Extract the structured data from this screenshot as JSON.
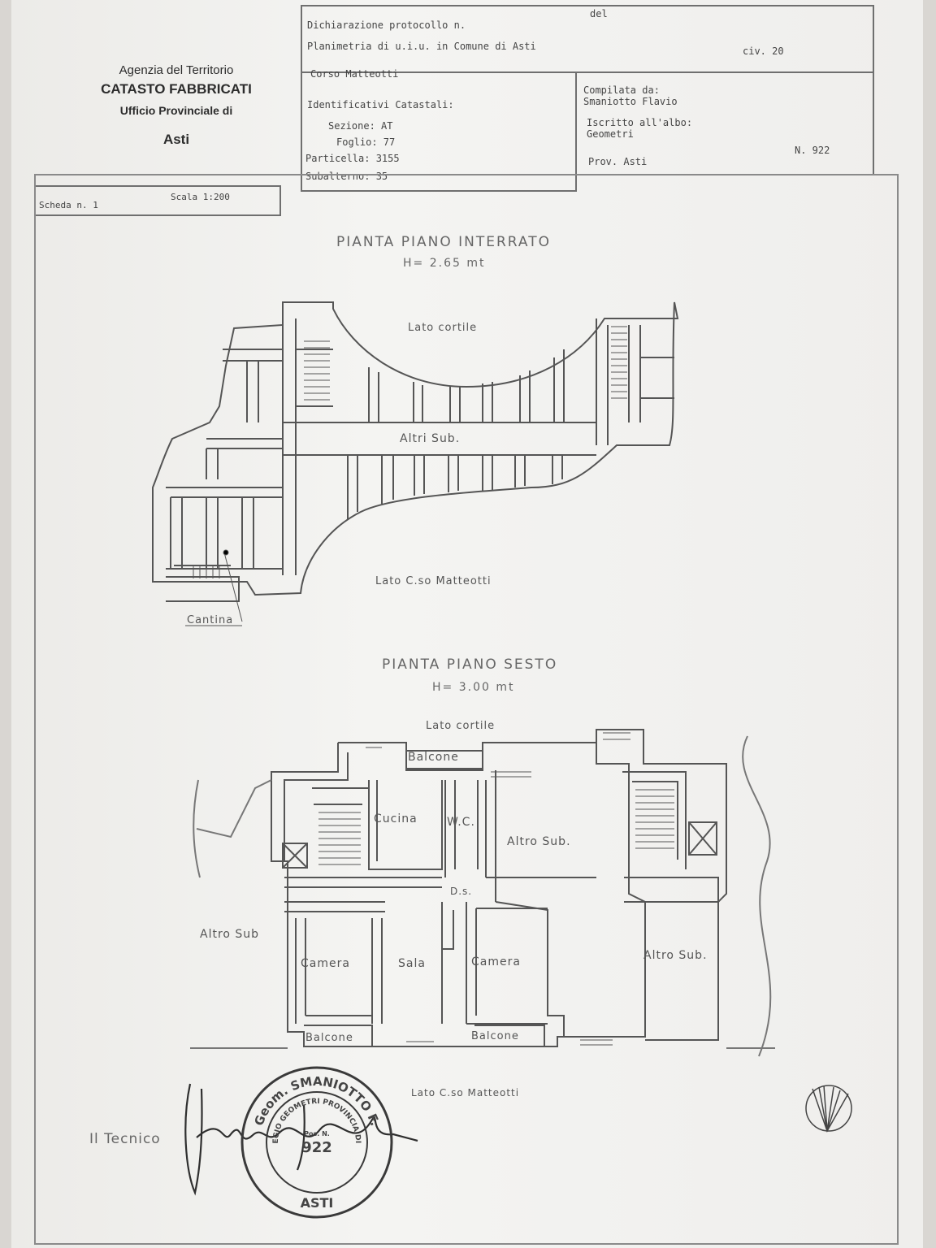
{
  "header": {
    "agency_line1": "Agenzia del Territorio",
    "agency_line2": "CATASTO FABBRICATI",
    "agency_line3": "Ufficio Provinciale di",
    "agency_line4": "Asti",
    "declaration": "Dichiarazione protocollo n.",
    "declaration_del": "del",
    "planimetry": "Planimetria di u.i.u. in Comune di Asti",
    "civ": "civ. 20",
    "street": "Corso Matteotti",
    "cadastral_title": "Identificativi Catastali:",
    "sezione": "Sezione: AT",
    "foglio": "Foglio: 77",
    "particella": "Particella: 3155",
    "subalterno": "Subalterno: 35",
    "compiled_by_label": "Compilata da:",
    "compiled_by_name": "Smaniotto Flavio",
    "register_label": "Iscritto all'albo:",
    "register_value": "Geometri",
    "province": "Prov. Asti",
    "number": "N.  922"
  },
  "sheet_info": {
    "scheda": "Scheda n. 1",
    "scala": "Scala 1:200"
  },
  "plan_basement": {
    "title": "PIANTA PIANO INTERRATO",
    "height": "H= 2.65 mt",
    "lato_cortile": "Lato cortile",
    "altri_sub": "Altri Sub.",
    "lato_corso": "Lato C.so Matteotti",
    "cantina": "Cantina"
  },
  "plan_sixth": {
    "title": "PIANTA PIANO SESTO",
    "height": "H= 3.00 mt",
    "lato_cortile": "Lato cortile",
    "balcone_top": "Balcone",
    "cucina": "Cucina",
    "wc": "W.C.",
    "altro_sub_center": "Altro Sub.",
    "ds": "D.s.",
    "altro_sub_left": "Altro Sub",
    "camera_left": "Camera",
    "sala": "Sala",
    "camera_right": "Camera",
    "altro_sub_right": "Altro Sub.",
    "balcone_left": "Balcone",
    "balcone_right": "Balcone",
    "lato_corso": "Lato C.so Matteotti"
  },
  "footer": {
    "tecnico": "Il Tecnico",
    "stamp_name": "Geom. SMANIOTTO F.",
    "stamp_college": "COLLEGIO GEOMETRI PROVINCIA DI ASTI",
    "stamp_pos": "Pos. N.",
    "stamp_number": "922",
    "stamp_city": "ASTI"
  }
}
